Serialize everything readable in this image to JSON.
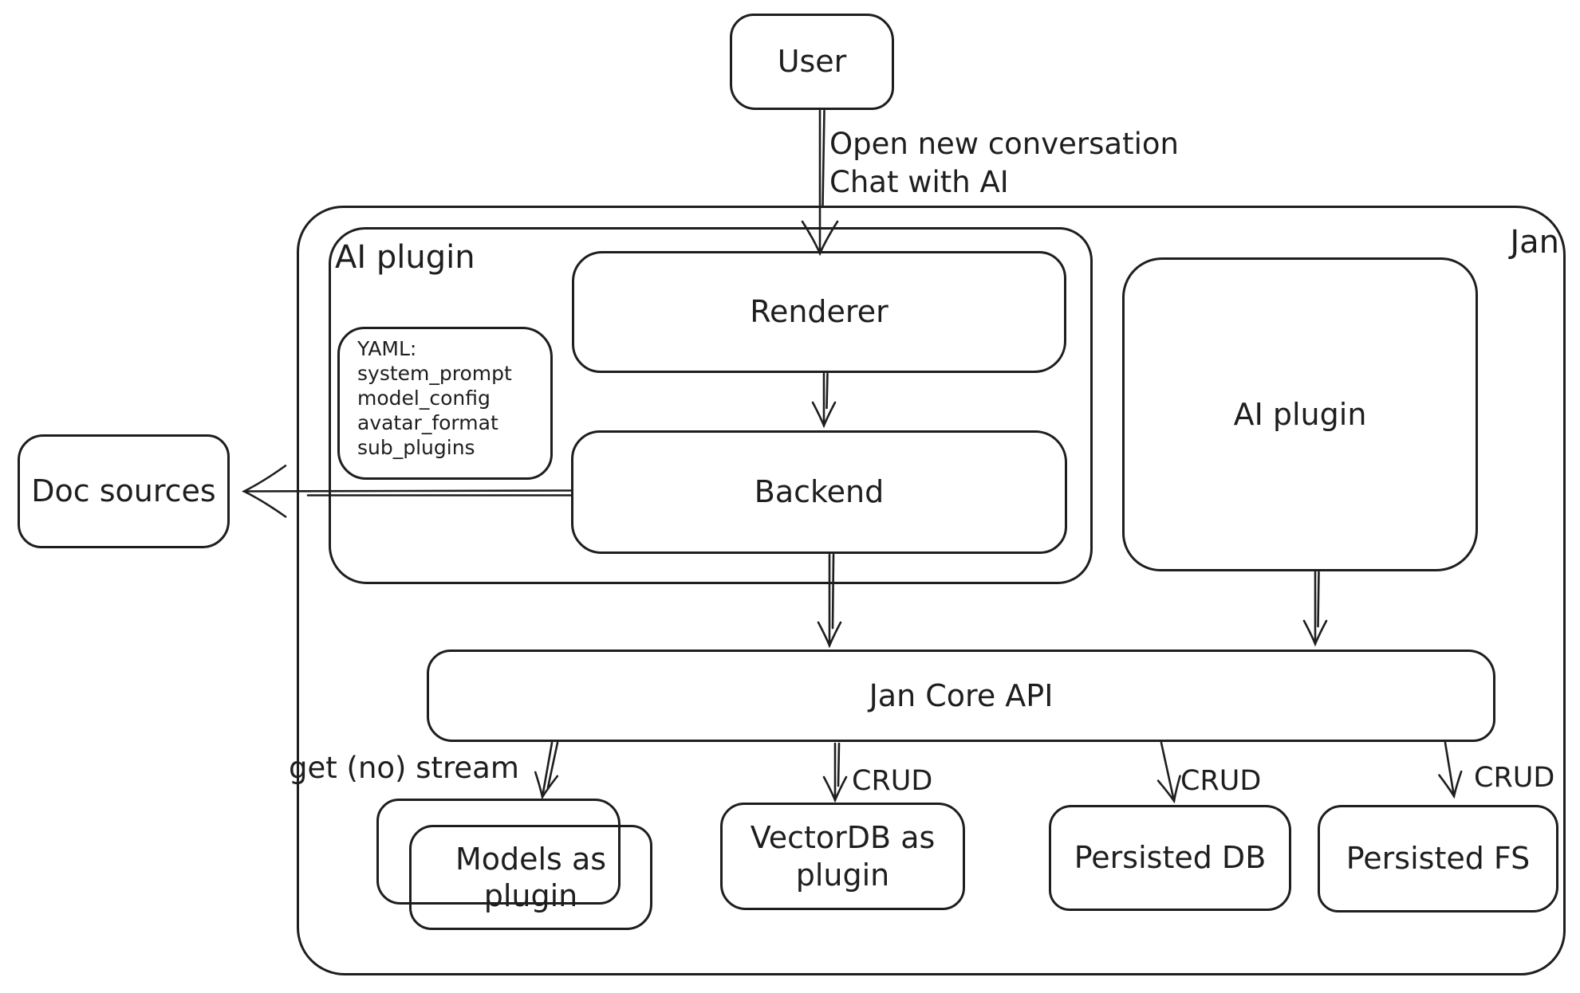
{
  "diagram": {
    "colors": {
      "stroke": "#1e1e1e",
      "background": "#ffffff"
    },
    "nodes": {
      "user": {
        "label": "User"
      },
      "jan": {
        "label": "Jan"
      },
      "ai_plugin_container": {
        "label": "AI plugin"
      },
      "renderer": {
        "label": "Renderer"
      },
      "yaml_note": {
        "lines": [
          "YAML:",
          "system_prompt",
          "model_config",
          "avatar_format",
          "sub_plugins"
        ]
      },
      "backend": {
        "label": "Backend"
      },
      "doc_sources": {
        "label": "Doc sources"
      },
      "ai_plugin": {
        "label": "AI plugin"
      },
      "jan_core_api": {
        "label": "Jan Core API"
      },
      "models_plugin": {
        "label": "Models as plugin"
      },
      "vectordb": {
        "label": "VectorDB as plugin"
      },
      "persisted_db": {
        "label": "Persisted DB"
      },
      "persisted_fs": {
        "label": "Persisted FS"
      }
    },
    "edges": {
      "user_to_renderer": {
        "lines": [
          "Open new conversation",
          "Chat with AI"
        ]
      },
      "jan_core_to_models": {
        "label": "get (no) stream"
      },
      "jan_core_to_vectordb": {
        "label": "CRUD"
      },
      "jan_core_to_persisted_db": {
        "label": "CRUD"
      },
      "jan_core_to_persisted_fs": {
        "label": "CRUD"
      }
    }
  }
}
